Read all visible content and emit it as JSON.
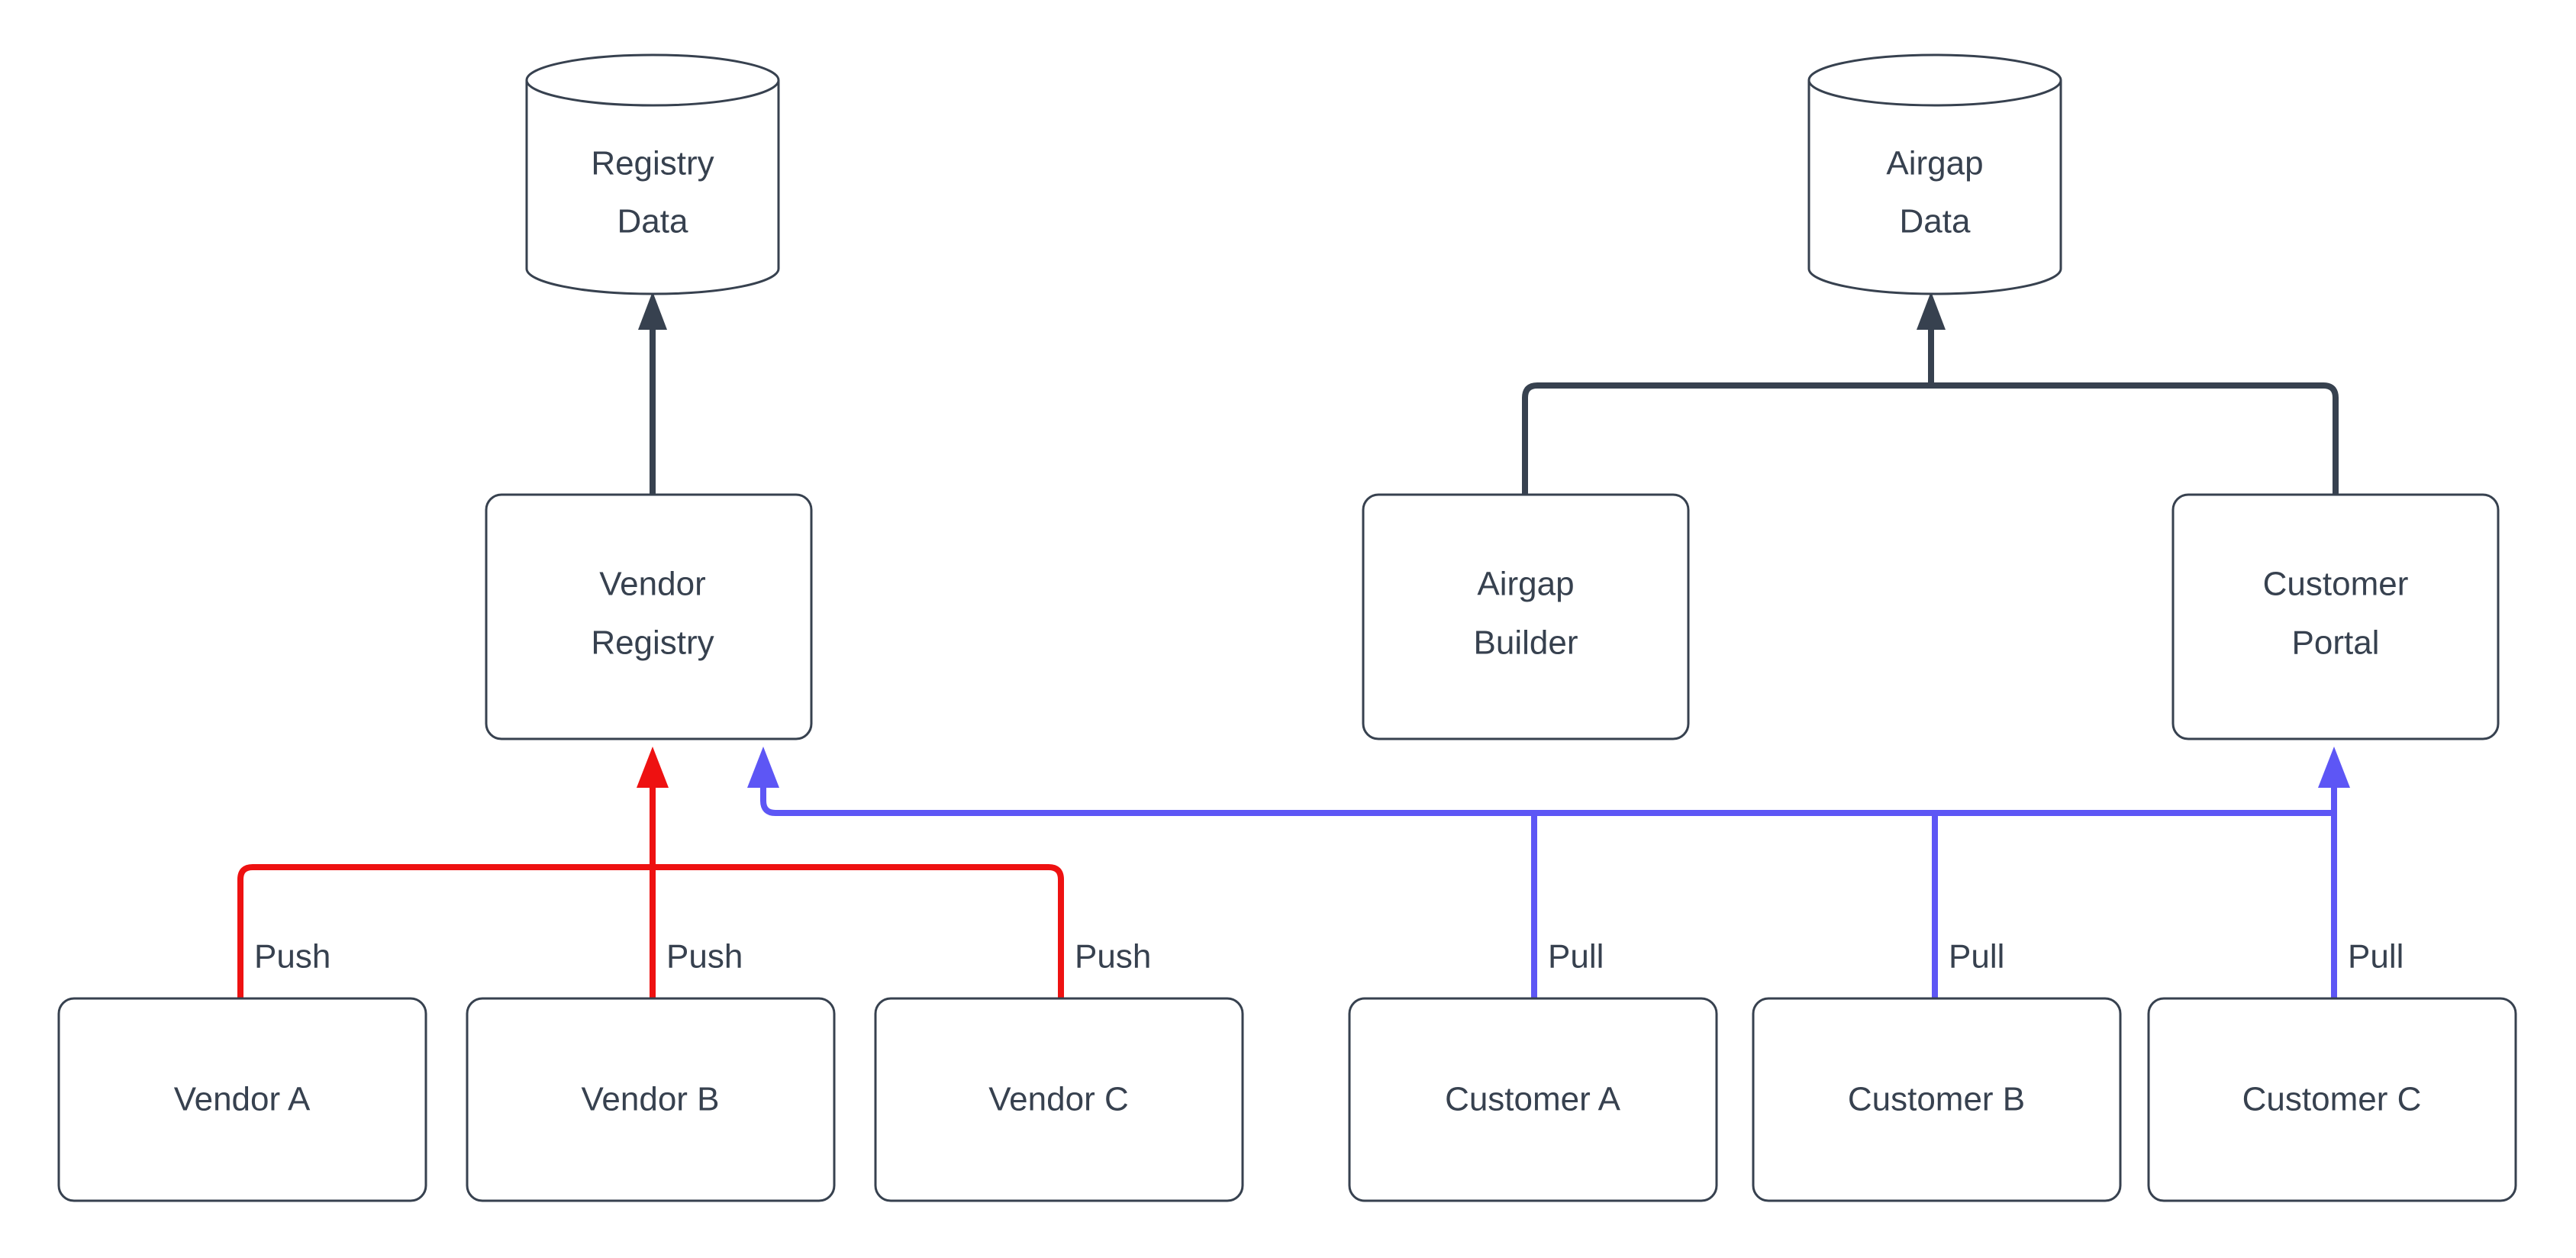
{
  "diagram": {
    "type": "flowchart",
    "background_color": "#ffffff",
    "node_stroke_color": "#37414f",
    "node_fill_color": "#ffffff",
    "text_color": "#37414f",
    "edge_colors": {
      "default": "#37414f",
      "push": "#ee1111",
      "pull": "#5d56f5"
    },
    "nodes": {
      "registry_data": {
        "label_line1": "Registry",
        "label_line2": "Data",
        "shape": "cylinder"
      },
      "airgap_data": {
        "label_line1": "Airgap",
        "label_line2": "Data",
        "shape": "cylinder"
      },
      "vendor_registry": {
        "label_line1": "Vendor",
        "label_line2": "Registry",
        "shape": "rounded-rect"
      },
      "airgap_builder": {
        "label_line1": "Airgap",
        "label_line2": "Builder",
        "shape": "rounded-rect"
      },
      "customer_portal": {
        "label_line1": "Customer",
        "label_line2": "Portal",
        "shape": "rounded-rect"
      },
      "vendor_a": {
        "label": "Vendor A",
        "shape": "rounded-rect"
      },
      "vendor_b": {
        "label": "Vendor B",
        "shape": "rounded-rect"
      },
      "vendor_c": {
        "label": "Vendor C",
        "shape": "rounded-rect"
      },
      "customer_a": {
        "label": "Customer A",
        "shape": "rounded-rect"
      },
      "customer_b": {
        "label": "Customer B",
        "shape": "rounded-rect"
      },
      "customer_c": {
        "label": "Customer C",
        "shape": "rounded-rect"
      }
    },
    "edge_labels": {
      "push_a": "Push",
      "push_b": "Push",
      "push_c": "Push",
      "pull_a": "Pull",
      "pull_b": "Pull",
      "pull_c": "Pull"
    },
    "edges": [
      {
        "from": "vendor_registry",
        "to": "registry_data",
        "label": "",
        "color": "#37414f",
        "arrow": true
      },
      {
        "from": "airgap_builder",
        "to": "airgap_data",
        "label": "",
        "color": "#37414f",
        "arrow": true
      },
      {
        "from": "customer_portal",
        "to": "airgap_data",
        "label": "",
        "color": "#37414f",
        "arrow": true
      },
      {
        "from": "vendor_a",
        "to": "vendor_registry",
        "label": "Push",
        "color": "#ee1111",
        "arrow": true
      },
      {
        "from": "vendor_b",
        "to": "vendor_registry",
        "label": "Push",
        "color": "#ee1111",
        "arrow": true
      },
      {
        "from": "vendor_c",
        "to": "vendor_registry",
        "label": "Push",
        "color": "#ee1111",
        "arrow": true
      },
      {
        "from": "customer_a",
        "to": "vendor_registry",
        "label": "Pull",
        "color": "#5d56f5",
        "arrow": true
      },
      {
        "from": "customer_b",
        "to": "vendor_registry",
        "label": "Pull",
        "color": "#5d56f5",
        "arrow": true
      },
      {
        "from": "customer_c",
        "to": "customer_portal",
        "label": "Pull",
        "color": "#5d56f5",
        "arrow": true
      }
    ]
  }
}
